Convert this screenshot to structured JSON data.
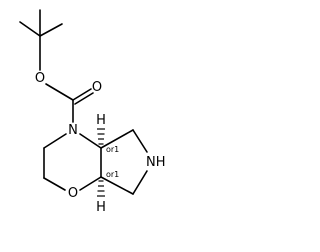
{
  "molecule": {
    "atoms": {
      "carbonyl_oxygen": "O",
      "ester_oxygen": "O",
      "carbamate_nitrogen": "N",
      "ring_oxygen": "O",
      "pyrrolidine_nh": "NH",
      "top_hydrogen": "H",
      "bottom_hydrogen": "H"
    },
    "stereo_labels": {
      "top_center": "or1",
      "bottom_center": "or1"
    }
  }
}
